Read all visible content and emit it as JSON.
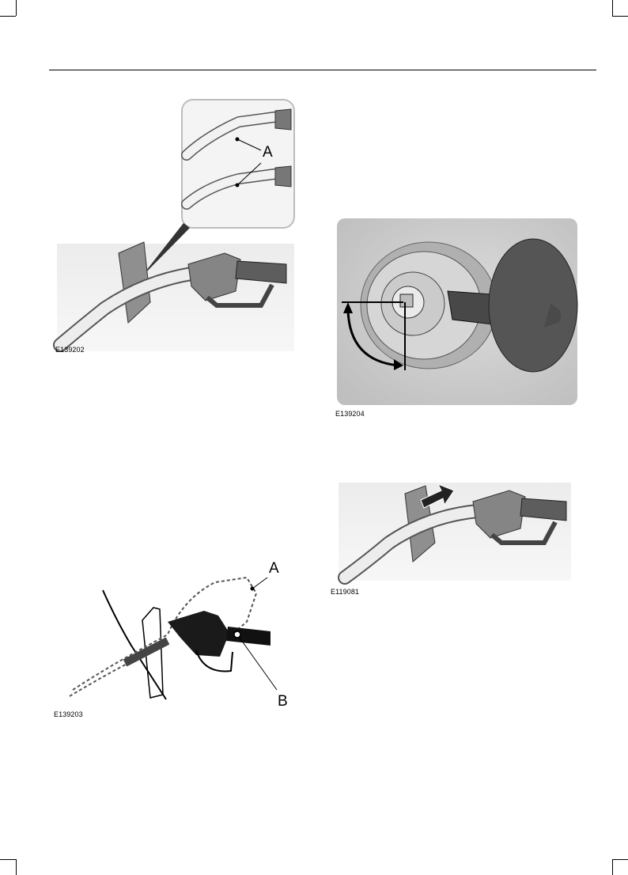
{
  "figures": [
    {
      "id": "fig-1",
      "code": "E139202",
      "callouts": [
        "A"
      ]
    },
    {
      "id": "fig-2",
      "code": "E139203",
      "callouts": [
        "A",
        "B"
      ]
    },
    {
      "id": "fig-3",
      "code": "E139204",
      "callouts": []
    },
    {
      "id": "fig-4",
      "code": "E119081",
      "callouts": []
    }
  ]
}
